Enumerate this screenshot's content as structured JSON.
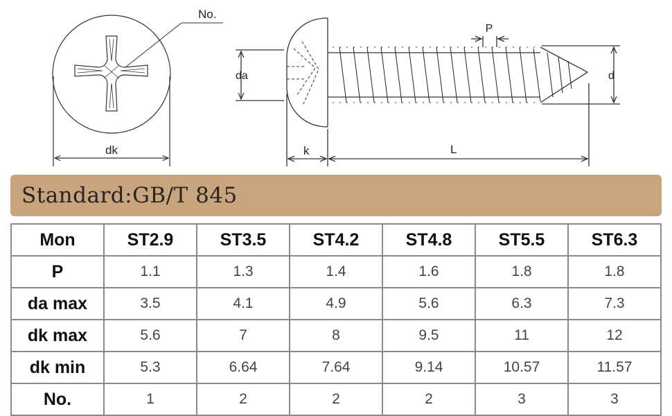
{
  "drawing": {
    "label_no": "No.",
    "label_dk": "dk",
    "label_da": "da",
    "label_k": "k",
    "label_L": "L",
    "label_P": "P",
    "label_d": "d"
  },
  "banner": {
    "text": "Standard:GB/T 845"
  },
  "table": {
    "header": [
      "Mon",
      "ST2.9",
      "ST3.5",
      "ST4.2",
      "ST4.8",
      "ST5.5",
      "ST6.3"
    ],
    "rows": [
      {
        "label": "P",
        "values": [
          "1.1",
          "1.3",
          "1.4",
          "1.6",
          "1.8",
          "1.8"
        ]
      },
      {
        "label": "da max",
        "values": [
          "3.5",
          "4.1",
          "4.9",
          "5.6",
          "6.3",
          "7.3"
        ]
      },
      {
        "label": "dk max",
        "values": [
          "5.6",
          "7",
          "8",
          "9.5",
          "11",
          "12"
        ]
      },
      {
        "label": "dk min",
        "values": [
          "5.3",
          "6.64",
          "7.64",
          "9.14",
          "10.57",
          "11.57"
        ]
      },
      {
        "label": "No.",
        "values": [
          "1",
          "2",
          "2",
          "2",
          "3",
          "3"
        ]
      }
    ]
  }
}
